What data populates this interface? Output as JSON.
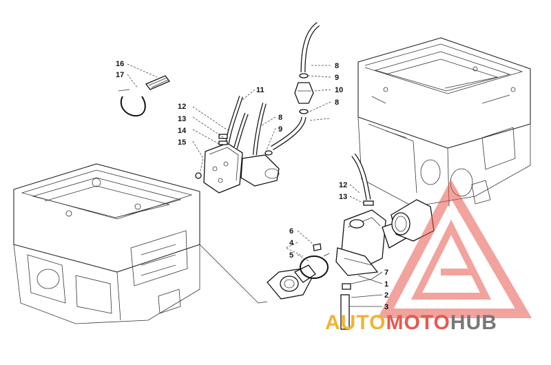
{
  "callouts": {
    "c16": "16",
    "c17": "17",
    "c11": "11",
    "c12a": "12",
    "c13a": "13",
    "c14": "14",
    "c15": "15",
    "c8a": "8",
    "c9a": "9",
    "c10": "10",
    "c8b": "8",
    "c8c": "8",
    "c9b": "9",
    "c12b": "12",
    "c13b": "13",
    "c6": "6",
    "c4": "4",
    "c5": "5",
    "c7": "7",
    "c1": "1",
    "c2": "2",
    "c3": "3"
  },
  "watermark": {
    "part1": "AUTO",
    "part2": "MOTO",
    "part3": "HUB",
    "color_auto": "#f2b233",
    "color_moto": "#e8584f",
    "color_hub": "#777777",
    "triangle_color": "#e8584f"
  }
}
